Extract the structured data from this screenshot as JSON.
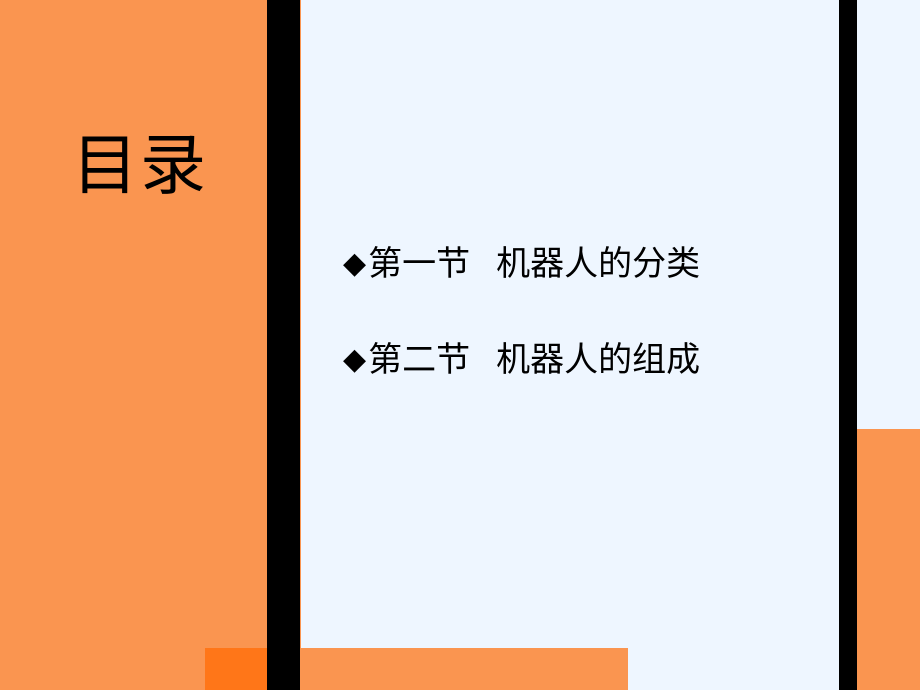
{
  "slide": {
    "title": "目录",
    "toc": [
      {
        "bullet": "◆",
        "section": "第一节",
        "topic": "机器人的分类"
      },
      {
        "bullet": "◆",
        "section": "第二节",
        "topic": "机器人的组成"
      }
    ]
  },
  "colors": {
    "orange": "#FA9550",
    "dark_orange": "#FF7618",
    "black_bar": "#000000",
    "content_bg": "#EEF6FF"
  }
}
